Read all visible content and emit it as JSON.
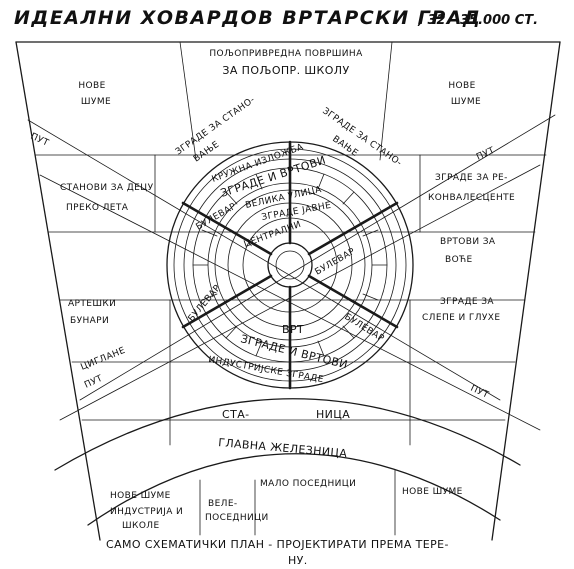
{
  "title": "ИДЕАЛНИ ХОВАРДОВ ВРТАРСКИ ГРАД",
  "subtitle": ", 32 - 35.000 СТ.",
  "top_zone": {
    "line1": "ПОЉОПРИВРЕДНА ПОВРШИНА",
    "line2": "ЗА ПОЉОПР. ШКОЛУ"
  },
  "zones": {
    "nw_forest": {
      "line1": "НОВЕ",
      "line2": "ШУМЕ"
    },
    "ne_forest": {
      "line1": "НОВЕ",
      "line2": "ШУМЕ"
    },
    "housing_left": {
      "line1": "ЗГРАДЕ ЗА СТАНО-",
      "line2": "ВАЊЕ"
    },
    "housing_right": {
      "line1": "ЗГРАДЕ ЗА СТАНО-",
      "line2": "ВАЊЕ"
    },
    "children_camp": {
      "line1": "СТАНОВИ ЗА ДЕЦУ",
      "line2": "ПРЕКО ЛЕТА"
    },
    "convalescent": {
      "line1": "ЗГРАДЕ ЗА РЕ-",
      "line2": "КОНВАЛЕСЦЕНТЕ"
    },
    "orchards": {
      "line1": "ВРТОВИ ЗА",
      "line2": "ВОЋЕ"
    },
    "artesian": {
      "line1": "АРТЕШКИ",
      "line2": "БУНАРИ"
    },
    "blind_deaf": {
      "line1": "ЗГРАДЕ ЗА",
      "line2": "СЛЕПЕ И ГЛУХЕ"
    },
    "dairy": {
      "line1": "ЦИГЛАНЕ"
    }
  },
  "roads": {
    "road": "ПУТ"
  },
  "city": {
    "crystal_palace": "КРУЖНА ИЗЛОЖБА",
    "houses_gardens_top": "ЗГРАДЕ И ВРТОВИ",
    "grand_avenue": "ВЕЛИКА УЛИЦА",
    "public_buildings": "ЗГРАДЕ ЈАВНЕ",
    "central_park": "ЦЕНТРАЛНИ",
    "boulevard": "БУЛЕВАР",
    "garden": "ВРТ",
    "houses_gardens_bottom": "ЗГРАДЕ И ВРТОВИ",
    "industrial_ring": "ИНДУСТРИЈСКЕ ЗГРАДЕ"
  },
  "station": {
    "left": "СТА-",
    "right": "НИЦА"
  },
  "railway": "ГЛАВНА ЖЕЛЕЗНИЦА",
  "allotments": "МАЛО ПОСЕДНИЦИ",
  "bottom": {
    "left_forest": "НОВЕ ШУМЕ",
    "right_forest": "НОВЕ ШУМЕ",
    "industry_school": {
      "line1": "ИНДУСТРИЈА И",
      "line2": "ШКОЛЕ"
    },
    "large_holders": {
      "line1": "ВЕЛЕ-",
      "line2": "ПОСЕДНИЦИ"
    }
  },
  "footer": {
    "line1": "САМО СХЕМАТИЧКИ ПЛАН - ПРОЈЕКТИРАТИ ПРЕМА ТЕРЕ-",
    "line2": "НУ."
  }
}
